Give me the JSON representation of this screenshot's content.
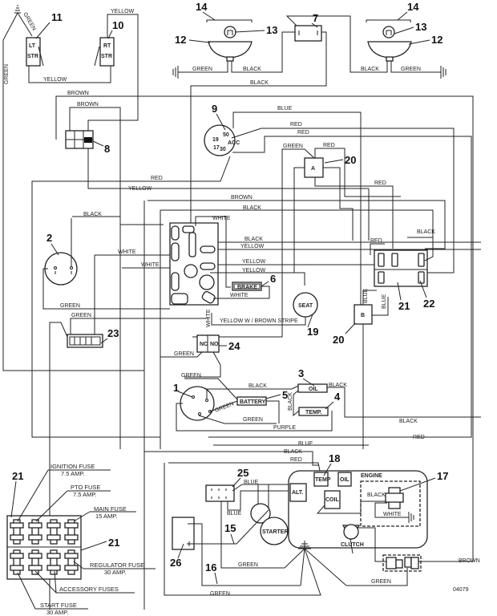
{
  "diagram": {
    "drawing_number": "04079",
    "components": {
      "n1": "1",
      "n2": "2",
      "n3": "3",
      "n4": "4",
      "n5": "5",
      "n6": "6",
      "n7": "7",
      "n8": "8",
      "n9": "9",
      "n10": "10",
      "n11": "11",
      "n12": "12",
      "n13": "13",
      "n14": "14",
      "n15": "15",
      "n16": "16",
      "n17": "17",
      "n18": "18",
      "n19": "19",
      "n20": "20",
      "n21": "21",
      "n22": "22",
      "n23": "23",
      "n24": "24",
      "n25": "25",
      "n26": "26"
    },
    "component_text": {
      "lt": "LT",
      "rt": "RT",
      "str": "STR",
      "brake": "BRAKE",
      "seat": "SEAT",
      "battery": "BATTERY",
      "oil": "OIL",
      "temp": "TEMP.",
      "engine": "ENGINE",
      "alt": "ALT.",
      "temp_sender": "TEMP",
      "oil_sender": "OIL",
      "coil": "COIL",
      "starter": "STARTER",
      "clutch": "CLUTCH",
      "relay_a": "A",
      "relay_b": "B",
      "nc": "NC",
      "no": "NO",
      "switch9_50": "50",
      "switch9_19": "19",
      "switch9_17": "17",
      "switch9_30": "30",
      "switch9_acc": "ACC"
    },
    "wire_labels": {
      "green": "GREEN",
      "yellow": "YELLOW",
      "black": "BLACK",
      "brown": "BROWN",
      "blue": "BLUE",
      "red": "RED",
      "white": "WHITE",
      "purple": "PURPLE",
      "yellow_brown": "YELLOW W / BROWN STRIPE"
    },
    "fuse_legend": {
      "ignition": "IGNITION FUSE",
      "ignition_amp": "7.5 AMP.",
      "pto": "PTO FUSE",
      "pto_amp": "7.5 AMP.",
      "main": "MAIN FUSE",
      "main_amp": "15 AMP.",
      "regulator": "REGULATOR FUSE",
      "regulator_amp": "30 AMP.",
      "accessory": "ACCESSORY FUSES",
      "start": "START FUSE",
      "start_amp": "30 AMP."
    }
  }
}
